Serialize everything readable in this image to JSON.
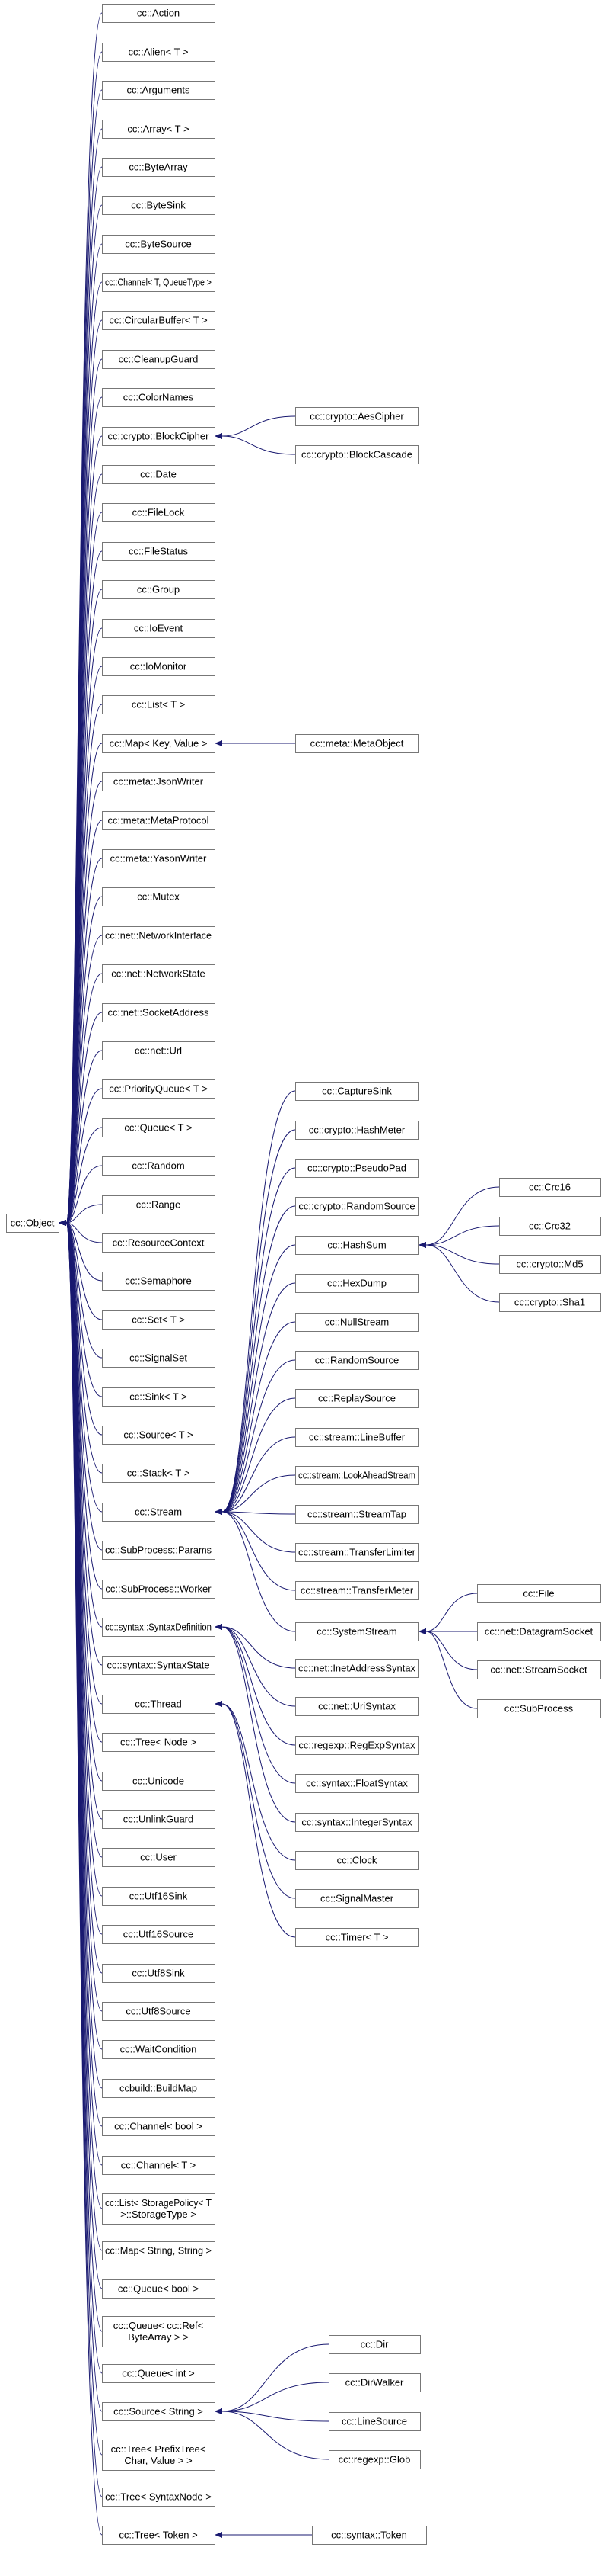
{
  "diagram": {
    "root": "cc::Object",
    "nodes": [
      {
        "id": "object",
        "label": "cc::Object"
      },
      {
        "id": "action",
        "label": "cc::Action"
      },
      {
        "id": "alien",
        "label": "cc::Alien< T >"
      },
      {
        "id": "arguments",
        "label": "cc::Arguments"
      },
      {
        "id": "array",
        "label": "cc::Array< T >"
      },
      {
        "id": "bytearray",
        "label": "cc::ByteArray"
      },
      {
        "id": "bytesink",
        "label": "cc::ByteSink"
      },
      {
        "id": "bytesource",
        "label": "cc::ByteSource"
      },
      {
        "id": "channel_tq",
        "label": "cc::Channel< T, QueueType >"
      },
      {
        "id": "circularbuffer",
        "label": "cc::CircularBuffer< T >"
      },
      {
        "id": "cleanupguard",
        "label": "cc::CleanupGuard"
      },
      {
        "id": "colornames",
        "label": "cc::ColorNames"
      },
      {
        "id": "blockcipher",
        "label": "cc::crypto::BlockCipher"
      },
      {
        "id": "date",
        "label": "cc::Date"
      },
      {
        "id": "filelock",
        "label": "cc::FileLock"
      },
      {
        "id": "filestatus",
        "label": "cc::FileStatus"
      },
      {
        "id": "group",
        "label": "cc::Group"
      },
      {
        "id": "ioevent",
        "label": "cc::IoEvent"
      },
      {
        "id": "iomonitor",
        "label": "cc::IoMonitor"
      },
      {
        "id": "list",
        "label": "cc::List< T >"
      },
      {
        "id": "map_kv",
        "label": "cc::Map< Key, Value >"
      },
      {
        "id": "jsonwriter",
        "label": "cc::meta::JsonWriter"
      },
      {
        "id": "metaprotocol",
        "label": "cc::meta::MetaProtocol"
      },
      {
        "id": "yasonwriter",
        "label": "cc::meta::YasonWriter"
      },
      {
        "id": "mutex",
        "label": "cc::Mutex"
      },
      {
        "id": "netif",
        "label": "cc::net::NetworkInterface"
      },
      {
        "id": "netstate",
        "label": "cc::net::NetworkState"
      },
      {
        "id": "sockaddr",
        "label": "cc::net::SocketAddress"
      },
      {
        "id": "url",
        "label": "cc::net::Url"
      },
      {
        "id": "prioqueue",
        "label": "cc::PriorityQueue< T >"
      },
      {
        "id": "queue_t",
        "label": "cc::Queue< T >"
      },
      {
        "id": "random",
        "label": "cc::Random"
      },
      {
        "id": "range",
        "label": "cc::Range"
      },
      {
        "id": "rescontext",
        "label": "cc::ResourceContext"
      },
      {
        "id": "semaphore",
        "label": "cc::Semaphore"
      },
      {
        "id": "set",
        "label": "cc::Set< T >"
      },
      {
        "id": "signalset",
        "label": "cc::SignalSet"
      },
      {
        "id": "sink",
        "label": "cc::Sink< T >"
      },
      {
        "id": "source_t",
        "label": "cc::Source< T >"
      },
      {
        "id": "stack",
        "label": "cc::Stack< T >"
      },
      {
        "id": "stream",
        "label": "cc::Stream"
      },
      {
        "id": "subparams",
        "label": "cc::SubProcess::Params"
      },
      {
        "id": "subworker",
        "label": "cc::SubProcess::Worker"
      },
      {
        "id": "syntaxdef",
        "label": "cc::syntax::SyntaxDefinition"
      },
      {
        "id": "syntaxstate",
        "label": "cc::syntax::SyntaxState"
      },
      {
        "id": "thread",
        "label": "cc::Thread"
      },
      {
        "id": "tree_node",
        "label": "cc::Tree< Node >"
      },
      {
        "id": "unicode",
        "label": "cc::Unicode"
      },
      {
        "id": "unlinkguard",
        "label": "cc::UnlinkGuard"
      },
      {
        "id": "user",
        "label": "cc::User"
      },
      {
        "id": "utf16sink",
        "label": "cc::Utf16Sink"
      },
      {
        "id": "utf16source",
        "label": "cc::Utf16Source"
      },
      {
        "id": "utf8sink",
        "label": "cc::Utf8Sink"
      },
      {
        "id": "utf8source",
        "label": "cc::Utf8Source"
      },
      {
        "id": "waitcond",
        "label": "cc::WaitCondition"
      },
      {
        "id": "buildmap",
        "label": "ccbuild::BuildMap"
      },
      {
        "id": "channel_bool",
        "label": "cc::Channel< bool >"
      },
      {
        "id": "channel_t",
        "label": "cc::Channel< T >"
      },
      {
        "id": "list_sp",
        "label": "cc::List< StoragePolicy< T >::StorageType >"
      },
      {
        "id": "map_ss",
        "label": "cc::Map< String, String >"
      },
      {
        "id": "queue_bool",
        "label": "cc::Queue< bool >"
      },
      {
        "id": "queue_ref",
        "label": "cc::Queue< cc::Ref< ByteArray > >"
      },
      {
        "id": "queue_int",
        "label": "cc::Queue< int >"
      },
      {
        "id": "source_str",
        "label": "cc::Source< String >"
      },
      {
        "id": "tree_prefix",
        "label": "cc::Tree< PrefixTree< Char, Value > >"
      },
      {
        "id": "tree_syntax",
        "label": "cc::Tree< SyntaxNode >"
      },
      {
        "id": "tree_token",
        "label": "cc::Tree< Token >"
      },
      {
        "id": "aescipher",
        "label": "cc::crypto::AesCipher"
      },
      {
        "id": "blockcascade",
        "label": "cc::crypto::BlockCascade"
      },
      {
        "id": "metaobject",
        "label": "cc::meta::MetaObject"
      },
      {
        "id": "capturesink",
        "label": "cc::CaptureSink"
      },
      {
        "id": "hashmeter",
        "label": "cc::crypto::HashMeter"
      },
      {
        "id": "pseudopad",
        "label": "cc::crypto::PseudoPad"
      },
      {
        "id": "randomsource_c",
        "label": "cc::crypto::RandomSource"
      },
      {
        "id": "hashsum",
        "label": "cc::HashSum"
      },
      {
        "id": "hexdump",
        "label": "cc::HexDump"
      },
      {
        "id": "nullstream",
        "label": "cc::NullStream"
      },
      {
        "id": "randomsource",
        "label": "cc::RandomSource"
      },
      {
        "id": "replaysource",
        "label": "cc::ReplaySource"
      },
      {
        "id": "linebuffer",
        "label": "cc::stream::LineBuffer"
      },
      {
        "id": "lookahead",
        "label": "cc::stream::LookAheadStream"
      },
      {
        "id": "streamtap",
        "label": "cc::stream::StreamTap"
      },
      {
        "id": "translimiter",
        "label": "cc::stream::TransferLimiter"
      },
      {
        "id": "transmeter",
        "label": "cc::stream::TransferMeter"
      },
      {
        "id": "systemstream",
        "label": "cc::SystemStream"
      },
      {
        "id": "inetsyntax",
        "label": "cc::net::InetAddressSyntax"
      },
      {
        "id": "urisyntax",
        "label": "cc::net::UriSyntax"
      },
      {
        "id": "regexpsyntax",
        "label": "cc::regexp::RegExpSyntax"
      },
      {
        "id": "floatsyntax",
        "label": "cc::syntax::FloatSyntax"
      },
      {
        "id": "intsyntax",
        "label": "cc::syntax::IntegerSyntax"
      },
      {
        "id": "clock",
        "label": "cc::Clock"
      },
      {
        "id": "signalmaster",
        "label": "cc::SignalMaster"
      },
      {
        "id": "timer",
        "label": "cc::Timer< T >"
      },
      {
        "id": "crc16",
        "label": "cc::Crc16"
      },
      {
        "id": "crc32",
        "label": "cc::Crc32"
      },
      {
        "id": "md5",
        "label": "cc::crypto::Md5"
      },
      {
        "id": "sha1",
        "label": "cc::crypto::Sha1"
      },
      {
        "id": "file",
        "label": "cc::File"
      },
      {
        "id": "dgramsock",
        "label": "cc::net::DatagramSocket"
      },
      {
        "id": "streamsock",
        "label": "cc::net::StreamSocket"
      },
      {
        "id": "subprocess",
        "label": "cc::SubProcess"
      },
      {
        "id": "dir",
        "label": "cc::Dir"
      },
      {
        "id": "dirwalker",
        "label": "cc::DirWalker"
      },
      {
        "id": "linesource",
        "label": "cc::LineSource"
      },
      {
        "id": "glob",
        "label": "cc::regexp::Glob"
      },
      {
        "id": "token",
        "label": "cc::syntax::Token"
      }
    ],
    "edges": [
      [
        "action",
        "object"
      ],
      [
        "alien",
        "object"
      ],
      [
        "arguments",
        "object"
      ],
      [
        "array",
        "object"
      ],
      [
        "bytearray",
        "object"
      ],
      [
        "bytesink",
        "object"
      ],
      [
        "bytesource",
        "object"
      ],
      [
        "channel_tq",
        "object"
      ],
      [
        "circularbuffer",
        "object"
      ],
      [
        "cleanupguard",
        "object"
      ],
      [
        "colornames",
        "object"
      ],
      [
        "blockcipher",
        "object"
      ],
      [
        "date",
        "object"
      ],
      [
        "filelock",
        "object"
      ],
      [
        "filestatus",
        "object"
      ],
      [
        "group",
        "object"
      ],
      [
        "ioevent",
        "object"
      ],
      [
        "iomonitor",
        "object"
      ],
      [
        "list",
        "object"
      ],
      [
        "map_kv",
        "object"
      ],
      [
        "jsonwriter",
        "object"
      ],
      [
        "metaprotocol",
        "object"
      ],
      [
        "yasonwriter",
        "object"
      ],
      [
        "mutex",
        "object"
      ],
      [
        "netif",
        "object"
      ],
      [
        "netstate",
        "object"
      ],
      [
        "sockaddr",
        "object"
      ],
      [
        "url",
        "object"
      ],
      [
        "prioqueue",
        "object"
      ],
      [
        "queue_t",
        "object"
      ],
      [
        "random",
        "object"
      ],
      [
        "range",
        "object"
      ],
      [
        "rescontext",
        "object"
      ],
      [
        "semaphore",
        "object"
      ],
      [
        "set",
        "object"
      ],
      [
        "signalset",
        "object"
      ],
      [
        "sink",
        "object"
      ],
      [
        "source_t",
        "object"
      ],
      [
        "stack",
        "object"
      ],
      [
        "stream",
        "object"
      ],
      [
        "subparams",
        "object"
      ],
      [
        "subworker",
        "object"
      ],
      [
        "syntaxdef",
        "object"
      ],
      [
        "syntaxstate",
        "object"
      ],
      [
        "thread",
        "object"
      ],
      [
        "tree_node",
        "object"
      ],
      [
        "unicode",
        "object"
      ],
      [
        "unlinkguard",
        "object"
      ],
      [
        "user",
        "object"
      ],
      [
        "utf16sink",
        "object"
      ],
      [
        "utf16source",
        "object"
      ],
      [
        "utf8sink",
        "object"
      ],
      [
        "utf8source",
        "object"
      ],
      [
        "waitcond",
        "object"
      ],
      [
        "buildmap",
        "object"
      ],
      [
        "channel_bool",
        "object"
      ],
      [
        "channel_t",
        "object"
      ],
      [
        "list_sp",
        "object"
      ],
      [
        "map_ss",
        "object"
      ],
      [
        "queue_bool",
        "object"
      ],
      [
        "queue_ref",
        "object"
      ],
      [
        "queue_int",
        "object"
      ],
      [
        "source_str",
        "object"
      ],
      [
        "tree_prefix",
        "object"
      ],
      [
        "tree_syntax",
        "object"
      ],
      [
        "tree_token",
        "object"
      ],
      [
        "aescipher",
        "blockcipher"
      ],
      [
        "blockcascade",
        "blockcipher"
      ],
      [
        "metaobject",
        "map_kv"
      ],
      [
        "capturesink",
        "stream"
      ],
      [
        "hashmeter",
        "stream"
      ],
      [
        "pseudopad",
        "stream"
      ],
      [
        "randomsource_c",
        "stream"
      ],
      [
        "hashsum",
        "stream"
      ],
      [
        "hexdump",
        "stream"
      ],
      [
        "nullstream",
        "stream"
      ],
      [
        "randomsource",
        "stream"
      ],
      [
        "replaysource",
        "stream"
      ],
      [
        "linebuffer",
        "stream"
      ],
      [
        "lookahead",
        "stream"
      ],
      [
        "streamtap",
        "stream"
      ],
      [
        "translimiter",
        "stream"
      ],
      [
        "transmeter",
        "stream"
      ],
      [
        "systemstream",
        "stream"
      ],
      [
        "inetsyntax",
        "syntaxdef"
      ],
      [
        "urisyntax",
        "syntaxdef"
      ],
      [
        "regexpsyntax",
        "syntaxdef"
      ],
      [
        "floatsyntax",
        "syntaxdef"
      ],
      [
        "intsyntax",
        "syntaxdef"
      ],
      [
        "clock",
        "thread"
      ],
      [
        "signalmaster",
        "thread"
      ],
      [
        "timer",
        "thread"
      ],
      [
        "crc16",
        "hashsum"
      ],
      [
        "crc32",
        "hashsum"
      ],
      [
        "md5",
        "hashsum"
      ],
      [
        "sha1",
        "hashsum"
      ],
      [
        "file",
        "systemstream"
      ],
      [
        "dgramsock",
        "systemstream"
      ],
      [
        "streamsock",
        "systemstream"
      ],
      [
        "subprocess",
        "systemstream"
      ],
      [
        "dir",
        "source_str"
      ],
      [
        "dirwalker",
        "source_str"
      ],
      [
        "linesource",
        "source_str"
      ],
      [
        "glob",
        "source_str"
      ],
      [
        "token",
        "tree_token"
      ]
    ]
  }
}
